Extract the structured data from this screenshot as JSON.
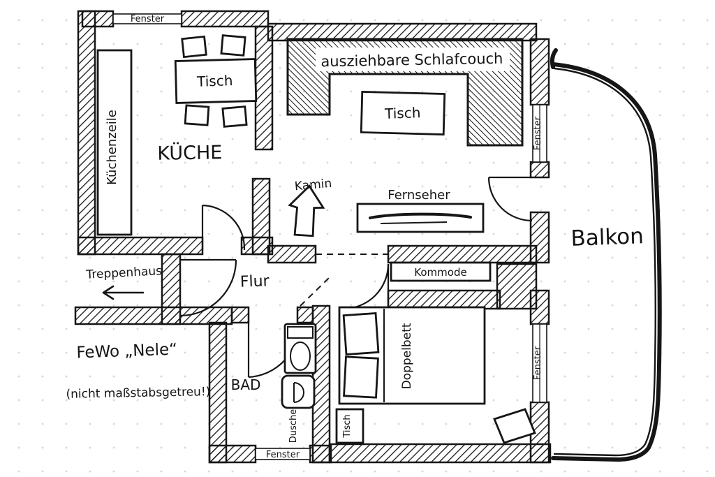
{
  "colors": {
    "ink": "#161616",
    "paper": "#ffffff",
    "grid_dots": "#d9d9d9"
  },
  "labels": {
    "window_top": "Fenster",
    "kitchen_table": "Tisch",
    "kitchen_counter": "Küchenzeile",
    "kitchen": "KÜCHE",
    "sleeper_couch": "ausziehbare Schlafcouch",
    "living_table": "Tisch",
    "window_living": "Fenster",
    "fireplace": "Kamin",
    "tv": "Fernseher",
    "balcony": "Balkon",
    "stairwell": "Treppenhaus",
    "hallway": "Flur",
    "dresser": "Kommode",
    "plan_title": "FeWo „Nele“",
    "scale_note": "(nicht maßstabsgetreu!)",
    "bathroom": "BAD",
    "shower": "Dusche",
    "bedroom_table": "Tisch",
    "double_bed": "Doppelbett",
    "window_bedroom": "Fenster",
    "window_bathroom": "Fenster"
  }
}
